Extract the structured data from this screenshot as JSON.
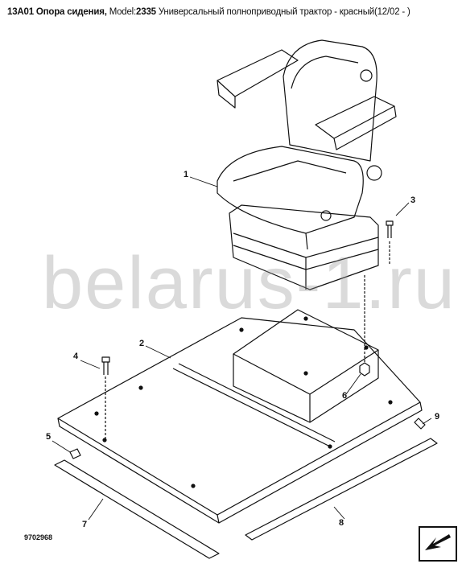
{
  "header": {
    "code": "13A01",
    "part_title": "Опора сидения,",
    "model_label": "Model:",
    "model_number": "2335",
    "description": "Универсальный полноприводный трактор - красный(12/02 - )"
  },
  "watermark": "belarus-1.ru",
  "callouts": [
    "1",
    "2",
    "3",
    "4",
    "5",
    "6",
    "7",
    "8",
    "9"
  ],
  "drawing_number": "9702968",
  "nav": {
    "icon": "arrow-down-left-icon"
  },
  "colors": {
    "line": "#111111",
    "watermark": "#9a9a9a"
  }
}
